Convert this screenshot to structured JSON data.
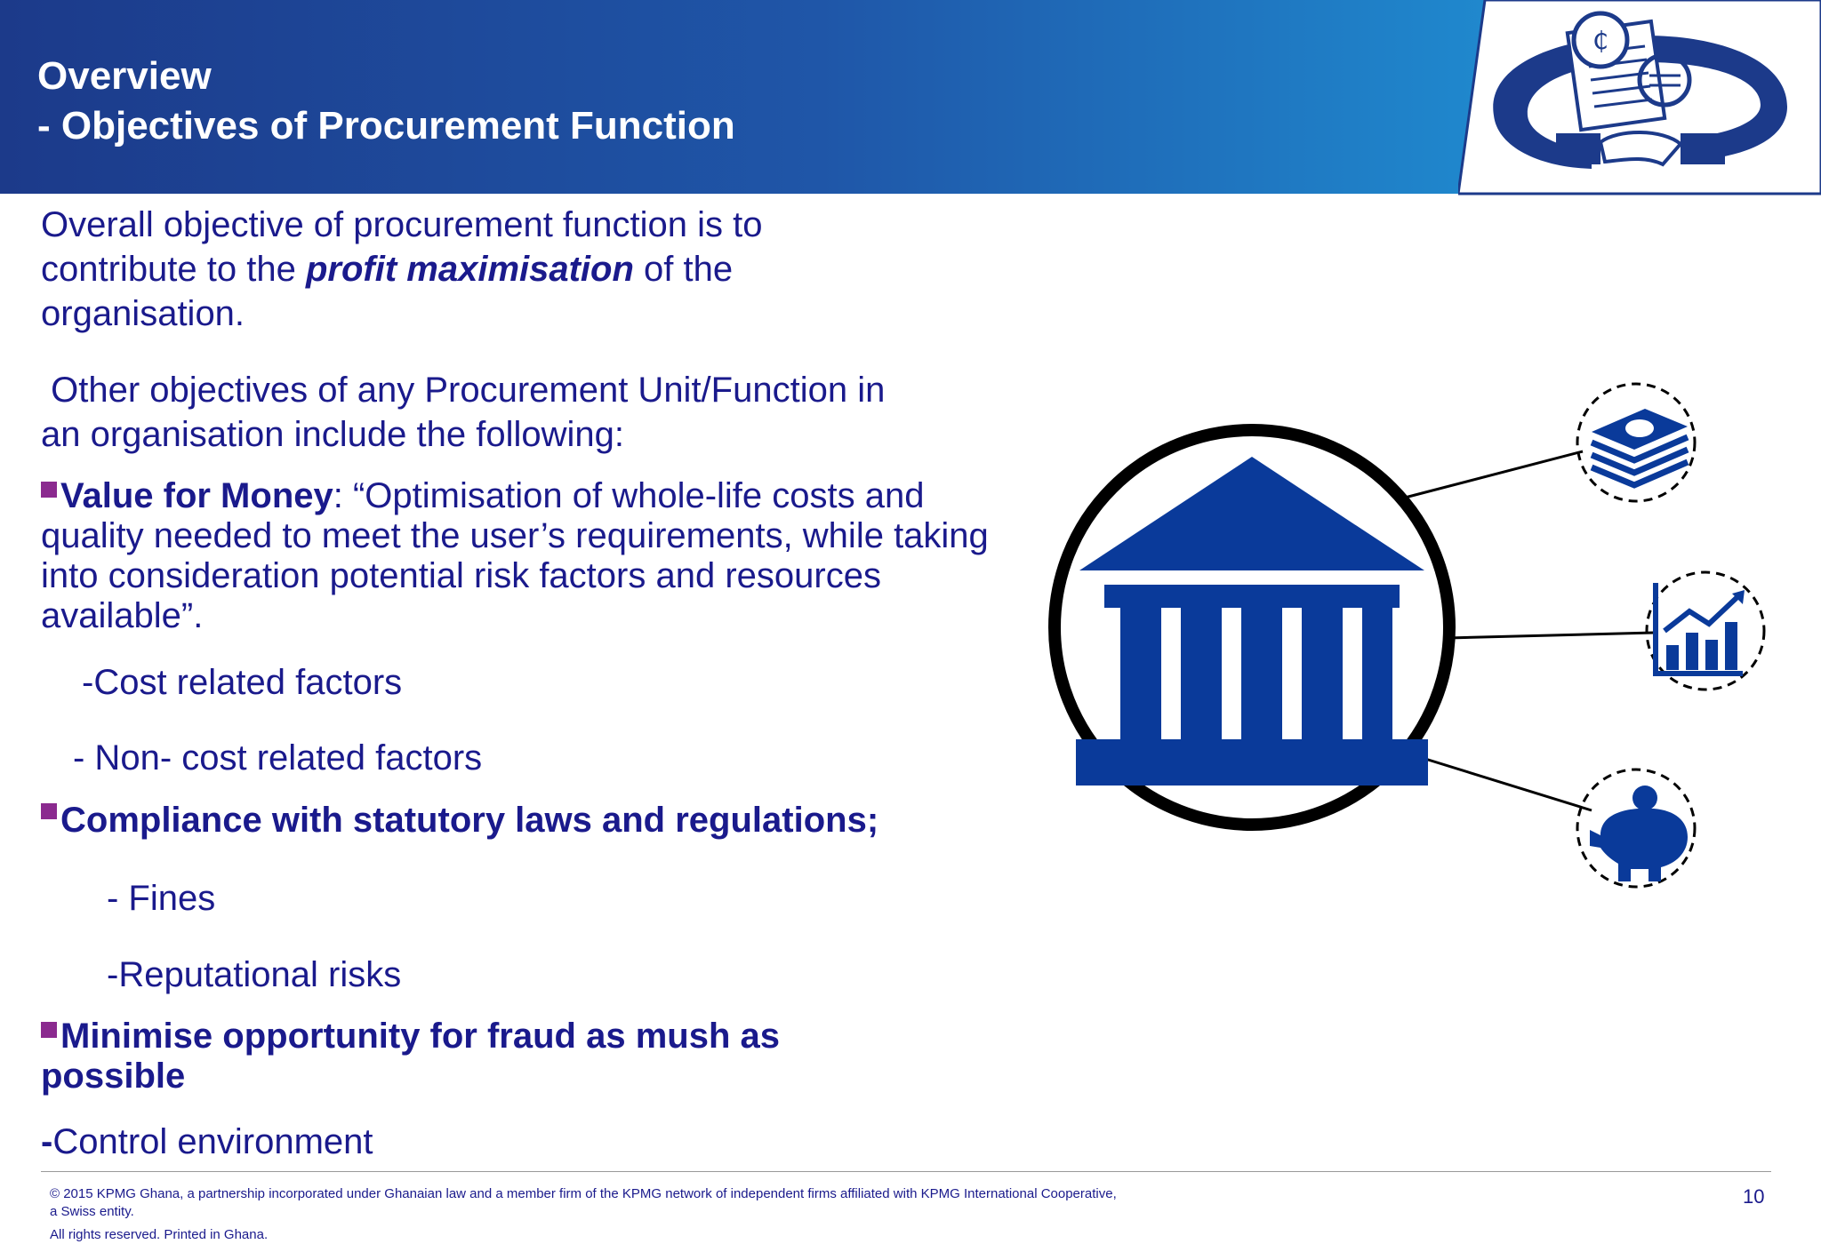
{
  "header": {
    "title_line1": "Overview",
    "title_line2": "- Objectives of Procurement Function"
  },
  "body": {
    "intro_part1": "Overall objective of  procurement function is to",
    "intro_part2": "contribute to the ",
    "intro_emphasis": "profit maximisation",
    "intro_part3": " of the",
    "intro_part4": "organisation.",
    "other_line1": " Other objectives of any Procurement Unit/Function in",
    "other_line2": "an organisation include the following:",
    "vfm_label": "Value for Money",
    "vfm_text": ": “Optimisation of whole-life costs and quality needed to meet the user’s requirements, while taking into consideration potential risk factors and resources available”.",
    "cost_factors": "-Cost related factors",
    "noncost_factors": "- Non- cost related factors",
    "compliance_label": "Compliance with statutory laws and regulations;",
    "fines": "- Fines",
    "reputational": "-Reputational risks",
    "fraud_label": "Minimise opportunity for fraud as mush as possible",
    "control_dash": "-",
    "control_text": "Control environment"
  },
  "icons": {
    "logo": "procurement-handshake-documents-logo",
    "center": "bank-building-icon",
    "top": "money-stack-icon",
    "middle": "growth-bar-chart-icon",
    "bottom": "piggy-bank-icon"
  },
  "colors": {
    "brand_dark": "#1c3a8a",
    "brand_light": "#2aa0dc",
    "text": "#1a1a8c",
    "bullet": "#8b2a8f",
    "icon_blue": "#0a3a9a"
  },
  "footer": {
    "copyright_line1": "© 2015 KPMG Ghana, a partnership incorporated under Ghanaian law and a member firm of the KPMG network of independent firms affiliated with KPMG International Cooperative,",
    "copyright_line2": "a Swiss entity.",
    "rights": "All rights reserved. Printed in Ghana.",
    "page_number": "10"
  }
}
